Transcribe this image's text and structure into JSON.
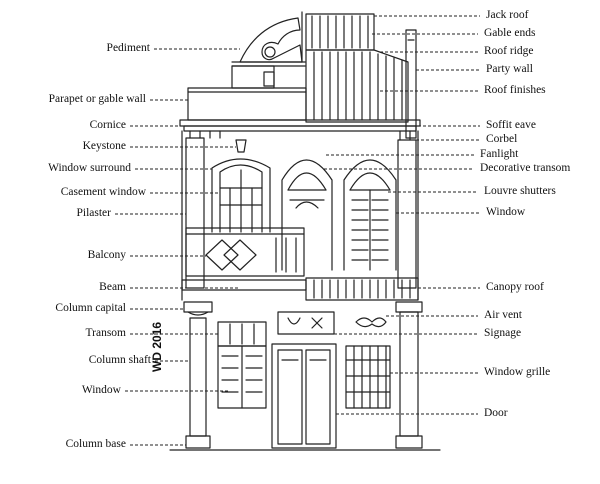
{
  "diagram": {
    "signature": "WD 2016",
    "labels_left": [
      {
        "id": "pediment",
        "text": "Pediment"
      },
      {
        "id": "parapet",
        "text": "Parapet or gable wall"
      },
      {
        "id": "cornice",
        "text": "Cornice"
      },
      {
        "id": "keystone",
        "text": "Keystone"
      },
      {
        "id": "window-surround",
        "text": "Window surround"
      },
      {
        "id": "casement-window",
        "text": "Casement window"
      },
      {
        "id": "pilaster",
        "text": "Pilaster"
      },
      {
        "id": "balcony",
        "text": "Balcony"
      },
      {
        "id": "beam",
        "text": "Beam"
      },
      {
        "id": "column-capital",
        "text": "Column capital"
      },
      {
        "id": "transom",
        "text": "Transom"
      },
      {
        "id": "column-shaft",
        "text": "Column shaft"
      },
      {
        "id": "window-left",
        "text": "Window"
      },
      {
        "id": "column-base",
        "text": "Column base"
      }
    ],
    "labels_right": [
      {
        "id": "jack-roof",
        "text": "Jack roof"
      },
      {
        "id": "gable-ends",
        "text": "Gable ends"
      },
      {
        "id": "roof-ridge",
        "text": "Roof ridge"
      },
      {
        "id": "party-wall",
        "text": "Party wall"
      },
      {
        "id": "roof-finishes",
        "text": "Roof finishes"
      },
      {
        "id": "soffit-eave",
        "text": "Soffit eave"
      },
      {
        "id": "corbel",
        "text": "Corbel"
      },
      {
        "id": "fanlight",
        "text": "Fanlight"
      },
      {
        "id": "decorative-transom",
        "text": "Decorative transom"
      },
      {
        "id": "louvre-shutters",
        "text": "Louvre shutters"
      },
      {
        "id": "window-right",
        "text": "Window"
      },
      {
        "id": "canopy-roof",
        "text": "Canopy roof"
      },
      {
        "id": "air-vent",
        "text": "Air vent"
      },
      {
        "id": "signage",
        "text": "Signage"
      },
      {
        "id": "window-grille",
        "text": "Window grille"
      },
      {
        "id": "door",
        "text": "Door"
      }
    ]
  }
}
